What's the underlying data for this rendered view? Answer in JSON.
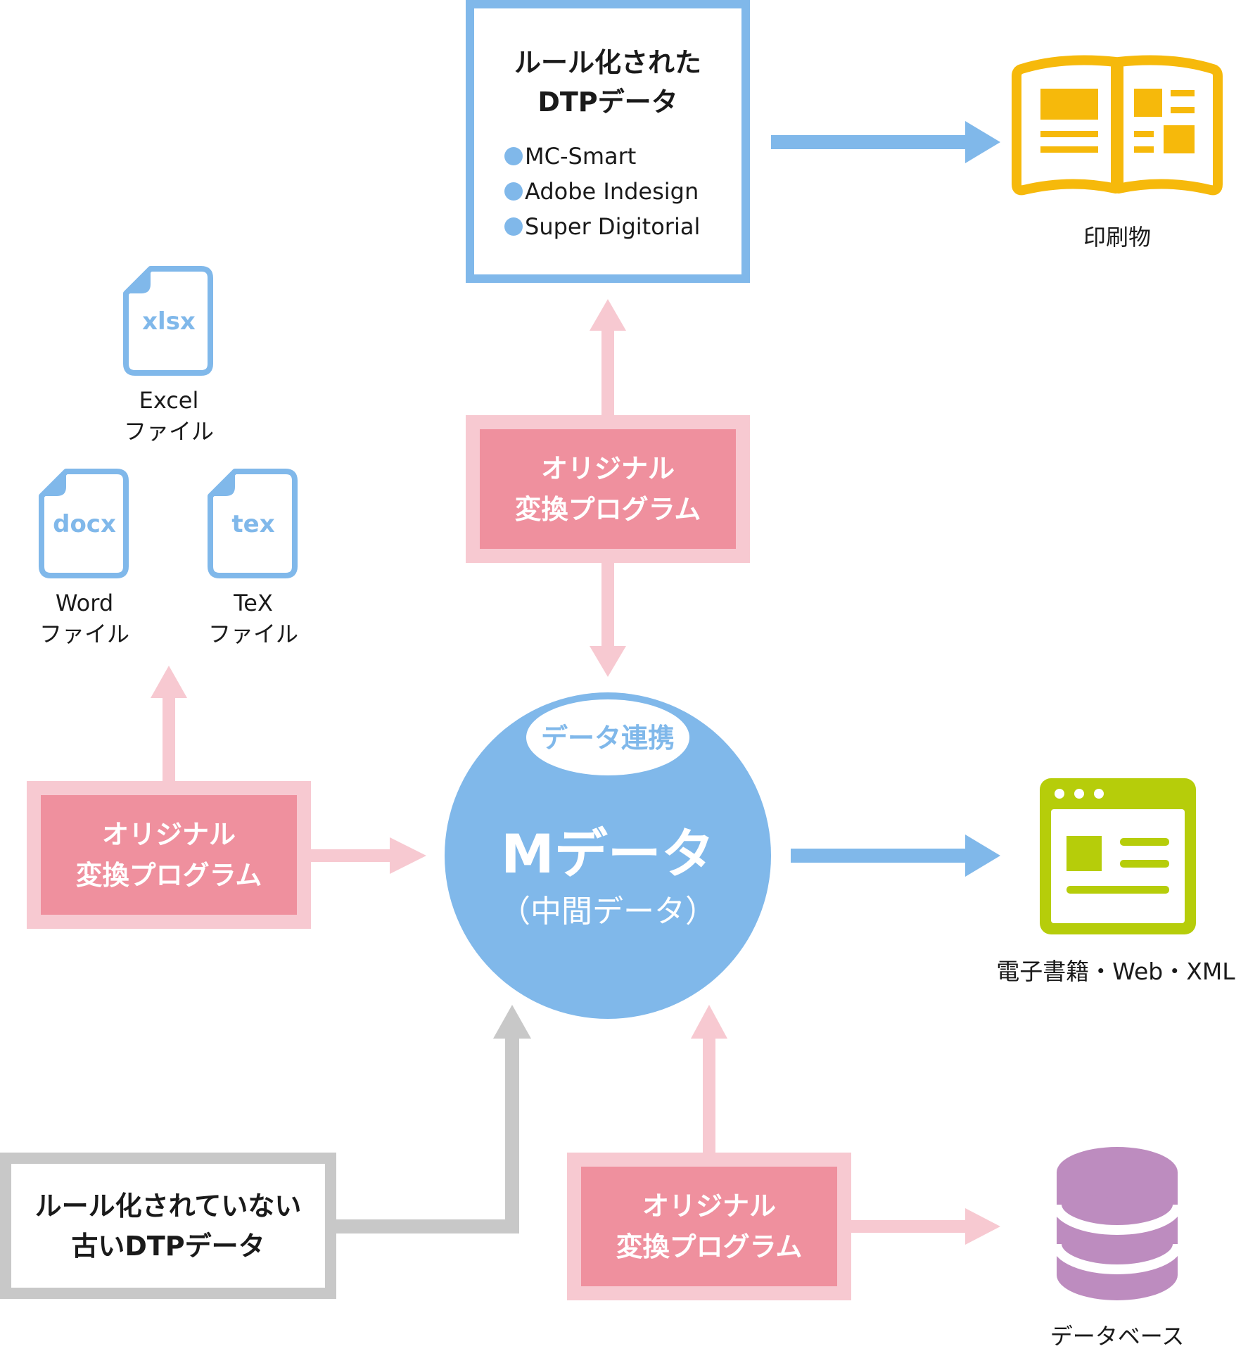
{
  "colors": {
    "blue": "#80b8ea",
    "pink_light": "#f7c9d1",
    "pink_dark": "#ef909e",
    "gray": "#c8c8c8",
    "gold": "#f6b90b",
    "lime": "#b6cd0a",
    "purple": "#bd8cbf",
    "text": "#1a1a1a"
  },
  "dtp_ruled": {
    "title_line1": "ルール化された",
    "title_line2": "DTPデータ",
    "items": [
      "MC-Smart",
      "Adobe Indesign",
      "Super Digitorial"
    ]
  },
  "converter": {
    "line1": "オリジナル",
    "line2": "変換プログラム"
  },
  "center": {
    "badge": "データ連携",
    "title": "Mデータ",
    "subtitle": "（中間データ）"
  },
  "outputs": {
    "print_label": "印刷物",
    "ebook_label": "電子書籍・Web・XML",
    "database_label": "データベース"
  },
  "files": {
    "xlsx": {
      "ext": "xlsx",
      "name": "Excel",
      "kind": "ファイル"
    },
    "docx": {
      "ext": "docx",
      "name": "Word",
      "kind": "ファイル"
    },
    "tex": {
      "ext": "tex",
      "name": "TeX",
      "kind": "ファイル"
    }
  },
  "dtp_old": {
    "line1": "ルール化されていない",
    "line2": "古いDTPデータ"
  },
  "icons": {
    "print": "open-book-icon",
    "ebook": "browser-window-icon",
    "database": "database-cylinder-icon",
    "file": "document-file-icon"
  }
}
